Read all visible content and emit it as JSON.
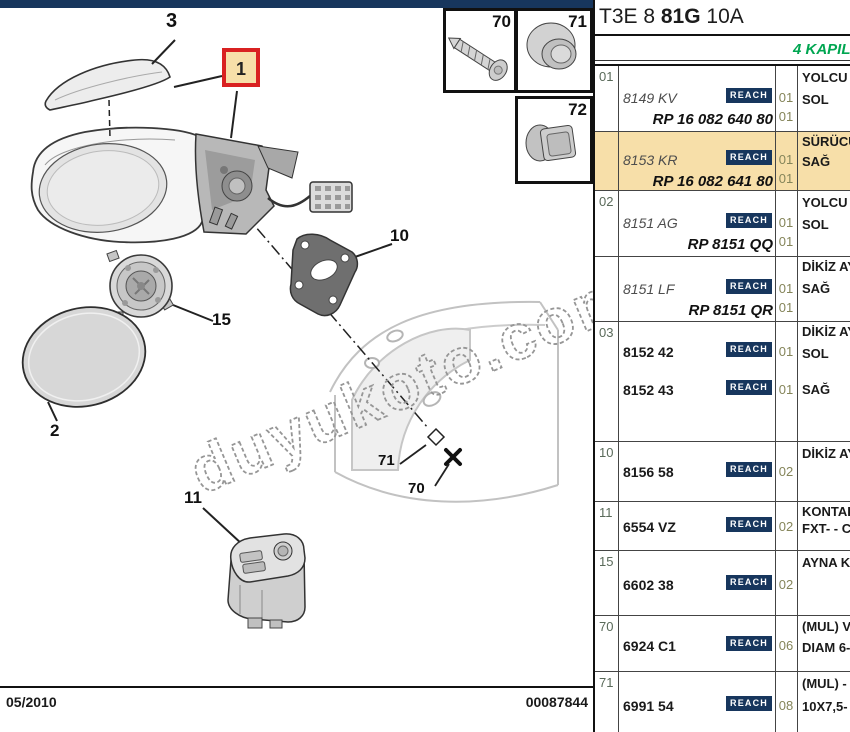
{
  "header": {
    "catalog_code": {
      "prefix": "T3E 8 ",
      "bold": "81G",
      "suffix": " 10A"
    },
    "variant_label": "4 KAPIL"
  },
  "table": {
    "reach_label": "REACH",
    "rows": [
      {
        "ref": "01",
        "part": "8149 KV",
        "qty": "01",
        "rp": "RP 16 082 640 80",
        "rp_qty": "01",
        "desc1": "YOLCU",
        "desc2": "SOL"
      },
      {
        "ref": "",
        "part": "8153 KR",
        "qty": "01",
        "rp": "RP 16 082 641 80",
        "rp_qty": "01",
        "desc1": "SÜRÜCÜ",
        "desc2": "SAĞ"
      },
      {
        "ref": "02",
        "part": "8151 AG",
        "qty": "01",
        "rp": "RP 8151 QQ",
        "rp_qty": "01",
        "desc1": "YOLCU",
        "desc2": "SOL"
      },
      {
        "ref": "",
        "part": "8151 LF",
        "qty": "01",
        "rp": "RP 8151 QR",
        "rp_qty": "01",
        "desc1": "DİKİZ AY",
        "desc2": "SAĞ"
      },
      {
        "ref": "03",
        "part": "8152 42",
        "qty": "01",
        "part2": "8152 43",
        "part2_qty": "01",
        "desc1": "DİKİZ AY",
        "desc2": "SOL",
        "desc3": "SAĞ"
      },
      {
        "ref": "10",
        "part": "8156 58",
        "qty": "02",
        "desc1": "DİKİZ AY"
      },
      {
        "ref": "11",
        "part": "6554 VZ",
        "qty": "02",
        "desc1": "KONTAK",
        "desc2": "FXT- - C"
      },
      {
        "ref": "15",
        "part": "6602 38",
        "qty": "02",
        "desc1": "AYNA K"
      },
      {
        "ref": "70",
        "part": "6924 C1",
        "qty": "06",
        "desc1": "(MUL) V",
        "desc2": "DIAM 6-"
      },
      {
        "ref": "71",
        "part": "6991 54",
        "qty": "08",
        "desc1": "(MUL) -",
        "desc2": "10X7,5-"
      }
    ]
  },
  "diagram": {
    "callouts": {
      "part3": "3",
      "part1": "1",
      "part15": "15",
      "part2": "2",
      "part10": "10",
      "part11": "11",
      "marker71": "71",
      "marker70": "70"
    }
  },
  "inset": {
    "screw": "70",
    "grommet": "71",
    "clip": "72"
  },
  "watermark": "duyukoto.com",
  "footer": {
    "date": "05/2010",
    "doc_number": "00087844"
  },
  "colors": {
    "accent_navy": "#17365d",
    "highlight_tan": "#f7dfa9",
    "callout_red": "#d92121",
    "variant_green": "#00a651"
  }
}
